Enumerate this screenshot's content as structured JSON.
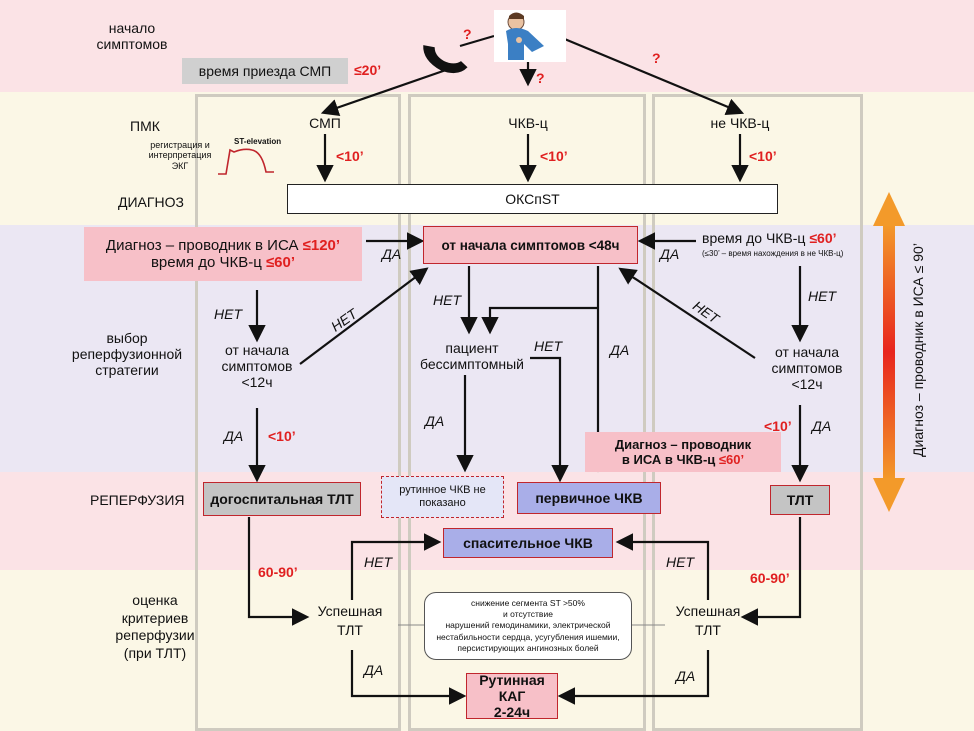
{
  "colors": {
    "band_pink": "#fbe3e6",
    "band_yellow": "#fbf7e6",
    "band_blue": "#ebe7f3",
    "box_pink": "#f7c0c8",
    "box_blue": "#a9aee8",
    "box_gray": "#c4c4c4",
    "accent_red": "#e02020",
    "arrow_orange": "#f08a1c"
  },
  "rows": {
    "onset": "начало\nсимптомов",
    "pmk": "ПМК",
    "ecg": "регистрация и\nинтерпретация\nЭКГ",
    "diagnosis": "ДИАГНОЗ",
    "reperfusion_choice": "выбор\nреперфузионной\nстратегии",
    "reperfusion": "РЕПЕРФУЗИЯ",
    "criteria": "оценка\nкритериев\nреперфузии\n(при ТЛТ)"
  },
  "top": {
    "ambulance_time": "время приезда СМП",
    "ambulance_limit": "≤20’",
    "question": "?",
    "st_elevation": "ST-elevation"
  },
  "nodes": {
    "smp": "СМП",
    "pci_center": "ЧКВ-ц",
    "non_pci_center": "не ЧКВ-ц",
    "limit_10": "<10’",
    "okcst": "ОКСпST",
    "diag_line1": "Диагноз – проводник в ИСА ",
    "diag_line1_limit": "≤120’",
    "diag_line2": "время до ЧКВ-ц ",
    "diag_line2_limit": "≤60’",
    "onset_48": "от начала симптомов <48ч",
    "time_to_pci": "время до ЧКВ-ц ",
    "time_to_pci_limit": "≤60’",
    "time_to_pci_note": "(≤30’ – время нахождения в не ЧКВ-ц)",
    "onset_12_left": "от начала\nсимптомов\n<12ч",
    "onset_12_right": "от начала\nсимптомов\n<12ч",
    "asymptomatic": "пациент\nбессимптомный",
    "diag_pci_line1": "Диагноз – проводник",
    "diag_pci_line2": "в ИСА в ЧКВ-ц ",
    "diag_pci_limit": "≤60’",
    "prehospital_tlt": "догоспитальная ТЛТ",
    "routine_pci_not_shown": "рутинное ЧКВ не\nпоказано",
    "primary_pci": "первичное ЧКВ",
    "tlt": "ТЛТ",
    "rescue_pci": "спасительное ЧКВ",
    "time_60_90": "60-90’",
    "successful_tlt": "Успешная\nТЛТ",
    "routine_kag_line1": "Рутинная КАГ",
    "routine_kag_line2": "2-24ч",
    "criteria_note": "снижение сегмента ST >50%\nи отсутствие\nнарушений гемодинамики, электрической\nнестабильности сердца, усугубления ишемии,\nперсистирующих ангинозных болей",
    "vertical_label": "Диагноз – проводник в ИСА ≤ 90’"
  },
  "edges": {
    "yes": "ДА",
    "no": "НЕТ"
  }
}
